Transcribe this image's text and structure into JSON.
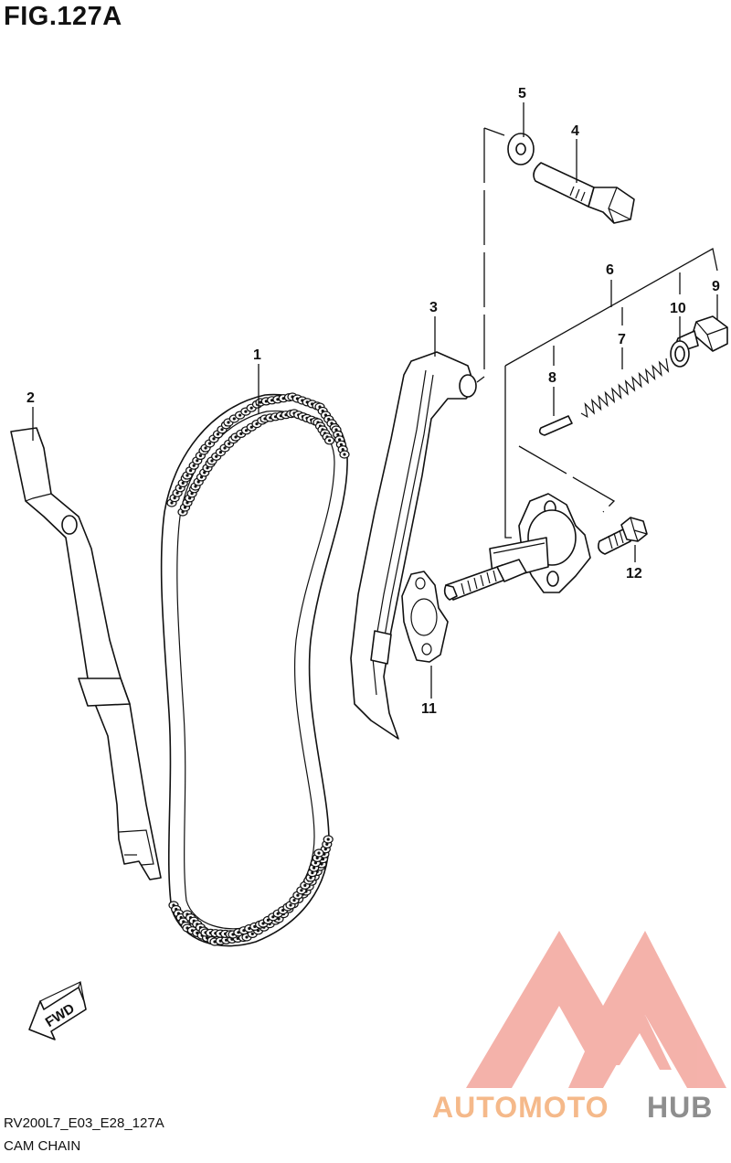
{
  "figure": {
    "title": "FIG.127A",
    "code": "RV200L7_E03_E28_127A",
    "name": "CAM CHAIN"
  },
  "callouts": [
    {
      "id": "1",
      "label": "1"
    },
    {
      "id": "2",
      "label": "2"
    },
    {
      "id": "3",
      "label": "3"
    },
    {
      "id": "4",
      "label": "4"
    },
    {
      "id": "5",
      "label": "5"
    },
    {
      "id": "6",
      "label": "6"
    },
    {
      "id": "7",
      "label": "7"
    },
    {
      "id": "8",
      "label": "8"
    },
    {
      "id": "9",
      "label": "9"
    },
    {
      "id": "10",
      "label": "10"
    },
    {
      "id": "11",
      "label": "11"
    },
    {
      "id": "12",
      "label": "12"
    }
  ],
  "direction_arrow": {
    "label": "FWD"
  },
  "watermark": {
    "part1": "AUTOMOTO",
    "part2": "HUB",
    "color_primary": "#f3a59c",
    "color_secondary": "#f5c98a",
    "color_dark": "#8e8e8e"
  }
}
